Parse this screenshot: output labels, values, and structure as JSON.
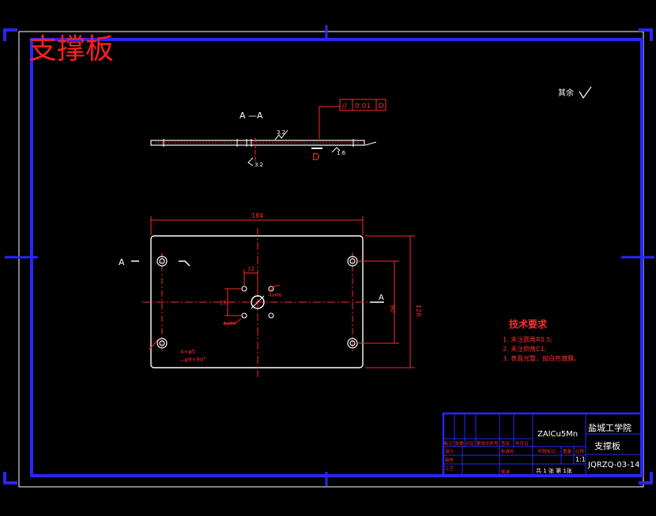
{
  "title": "支撑板",
  "surface_note": "其余",
  "section_label": "A —A",
  "tolerance": {
    "symbol": "//",
    "value": "0.01",
    "datum": "D"
  },
  "roughness": {
    "top": "3.2",
    "bottom": "3.2",
    "right": "1.6"
  },
  "datum_mark": "D",
  "dims": {
    "overall_width": "184",
    "overall_height": "126",
    "hole_spacing_v": "90",
    "center_offset": "12",
    "center_height": "28",
    "small_holes": "4xM6",
    "corner_holes_line1": "4×φ5",
    "corner_holes_line2": "⌴φ9×90°"
  },
  "section_markers": {
    "left": "A",
    "right": "A"
  },
  "tech_requirements": {
    "heading": "技术要求",
    "items": [
      "1. 未注圆角R0.5;",
      "2. 未注倒角C1;",
      "3. 表面光整，抛白色镀膜。"
    ]
  },
  "title_block": {
    "material": "ZAlCu5Mn",
    "school": "盐城工学院",
    "part_name": "支撑板",
    "scale": "1:1",
    "drawing_no": "JQRZQ-03-14",
    "sheet": "共 1 张 第 1张",
    "labels": [
      "标记",
      "处数",
      "分区",
      "更改文件号",
      "签名",
      "年月日",
      "设计",
      "标准化",
      "审核",
      "工艺",
      "批准",
      "阶段标记",
      "重量",
      "比例"
    ]
  },
  "colors": {
    "background": "#000000",
    "frame": "#2727ff",
    "geometry": "#ffffff",
    "dimension": "#ff2a2a",
    "title": "#ff1f1f",
    "annotation": "#ff2f2f"
  }
}
